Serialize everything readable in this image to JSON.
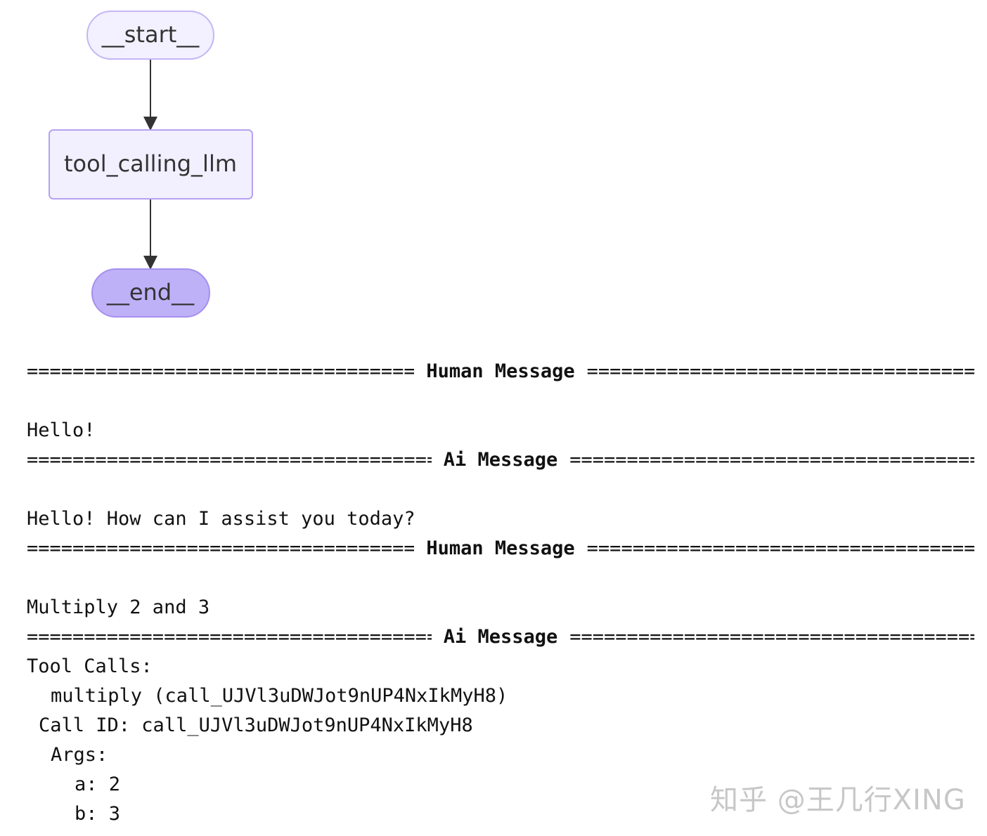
{
  "graph": {
    "nodes": [
      {
        "id": "start",
        "label": "__start__",
        "shape": "terminal",
        "fill": "#f3f0ff",
        "stroke": "#c5b6f5"
      },
      {
        "id": "tool_calling_llm",
        "label": "tool_calling_llm",
        "shape": "box",
        "fill": "#f2efff",
        "stroke": "#b6a2f0"
      },
      {
        "id": "end",
        "label": "__end__",
        "shape": "terminal",
        "fill": "#bfb1f7",
        "stroke": "#a58fef"
      }
    ],
    "edge_color": "#333333"
  },
  "messages": [
    {
      "header": "Human Message",
      "lines": [
        "",
        "Hello!"
      ]
    },
    {
      "header": "Ai Message",
      "lines": [
        "",
        "Hello! How can I assist you today?"
      ]
    },
    {
      "header": "Human Message",
      "lines": [
        "",
        "Multiply 2 and 3"
      ]
    },
    {
      "header": "Ai Message",
      "tool_calls_label": "Tool Calls:",
      "tool_call": {
        "signature": "multiply (call_UJVl3uDWJot9nUP4NxIkMyH8)",
        "call_id_line": "Call ID: call_UJVl3uDWJot9nUP4NxIkMyH8",
        "args_label": "Args:",
        "args": [
          "a: 2",
          "b: 3"
        ]
      }
    }
  ],
  "watermark": "知乎 @王几行XING"
}
